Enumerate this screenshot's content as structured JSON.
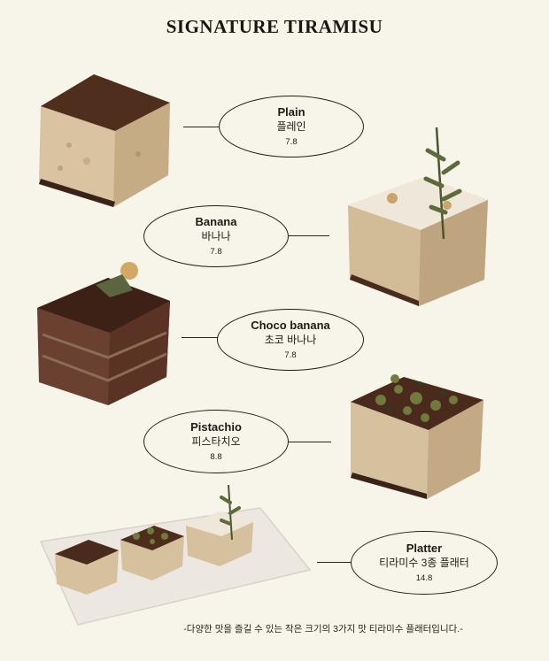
{
  "menu": {
    "title": "SIGNATURE TIRAMISU",
    "items": [
      {
        "name_en": "Plain",
        "name_ko": "플레인",
        "price": "7.8"
      },
      {
        "name_en": "Banana",
        "name_ko": "바나나",
        "price": "7.8"
      },
      {
        "name_en": "Choco banana",
        "name_ko": "초코 바나나",
        "price": "7.8"
      },
      {
        "name_en": "Pistachio",
        "name_ko": "피스타치오",
        "price": "8.8"
      },
      {
        "name_en": "Platter",
        "name_ko": "티라미수 3종 플래터",
        "price": "14.8"
      }
    ],
    "footnote": "-다양한 맛을 즐길 수 있는 작은 크기의 3가지 맛 티라미수 플래터입니다.-"
  },
  "colors": {
    "background": "#f7f4ea",
    "cream": "#d9c3a0",
    "cocoa": "#4a2a1c",
    "pistachio": "#6f7a3c"
  }
}
